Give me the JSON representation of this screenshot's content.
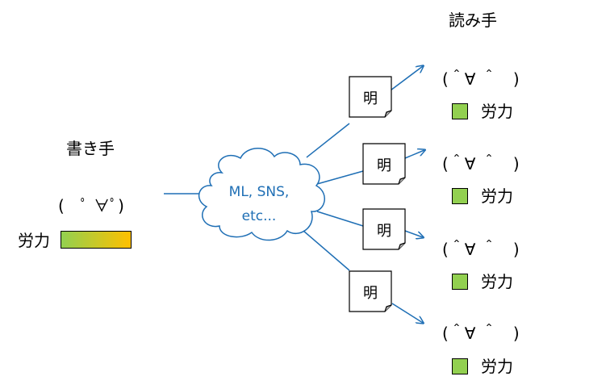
{
  "writer": {
    "title": "書き手",
    "face": "(　ﾟ ∀ﾟ)",
    "effort_label": "労力"
  },
  "channel": {
    "line1": "ML, SNS,",
    "line2": "etc..."
  },
  "document_label": "明",
  "readers": {
    "title": "読み手",
    "items": [
      {
        "face": "(＾∀ ＾　)",
        "effort_label": "労力"
      },
      {
        "face": "(＾∀ ＾　)",
        "effort_label": "労力"
      },
      {
        "face": "(＾∀ ＾　)",
        "effort_label": "労力"
      },
      {
        "face": "(＾∀ ＾　)",
        "effort_label": "労力"
      }
    ]
  },
  "colors": {
    "arrow": "#1F6FB5",
    "cloud_text": "#1F6FB5",
    "reader_effort": "#92D050",
    "writer_effort_start": "#92D050",
    "writer_effort_end": "#FFC000"
  }
}
